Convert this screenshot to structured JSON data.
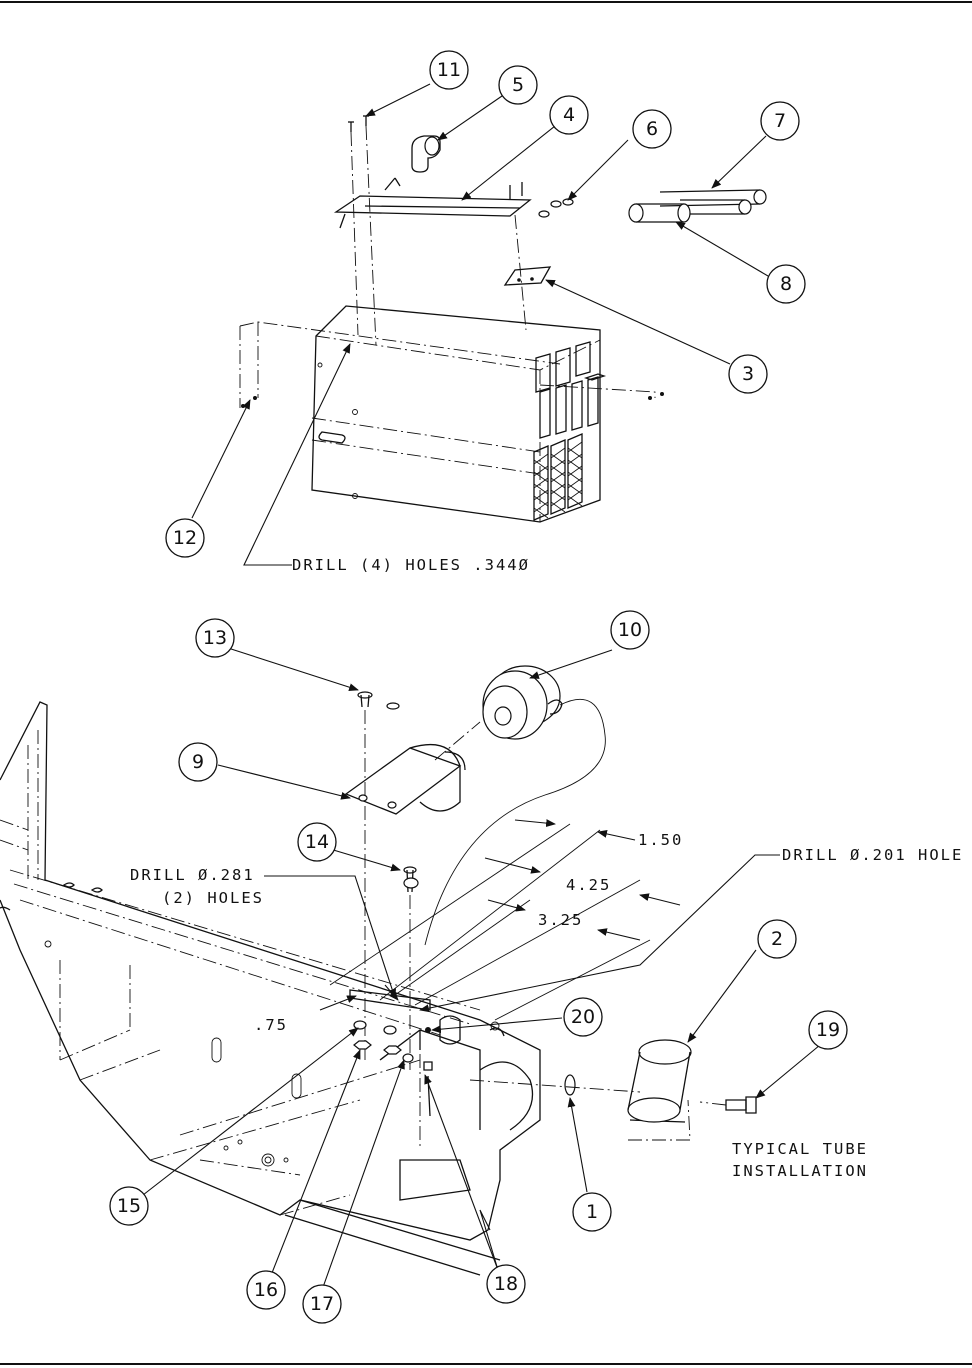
{
  "balloons": [
    {
      "id": "b11",
      "label": "11"
    },
    {
      "id": "b5",
      "label": "5"
    },
    {
      "id": "b4",
      "label": "4"
    },
    {
      "id": "b6",
      "label": "6"
    },
    {
      "id": "b7",
      "label": "7"
    },
    {
      "id": "b8",
      "label": "8"
    },
    {
      "id": "b3",
      "label": "3"
    },
    {
      "id": "b12",
      "label": "12"
    },
    {
      "id": "b13",
      "label": "13"
    },
    {
      "id": "b10",
      "label": "10"
    },
    {
      "id": "b9",
      "label": "9"
    },
    {
      "id": "b14",
      "label": "14"
    },
    {
      "id": "b2",
      "label": "2"
    },
    {
      "id": "b20",
      "label": "20"
    },
    {
      "id": "b19",
      "label": "19"
    },
    {
      "id": "b15",
      "label": "15"
    },
    {
      "id": "b1",
      "label": "1"
    },
    {
      "id": "b16",
      "label": "16"
    },
    {
      "id": "b17",
      "label": "17"
    },
    {
      "id": "b18",
      "label": "18"
    }
  ],
  "notes": {
    "drill_344": "DRILL (4) HOLES .344Ø",
    "drill_281_line1": "DRILL Ø.281",
    "drill_281_line2": "(2) HOLES",
    "drill_201": "DRILL Ø.201 HOLE",
    "typical_line1": "TYPICAL TUBE",
    "typical_line2": "INSTALLATION"
  },
  "dimensions": {
    "d150": "1.50",
    "d425": "4.25",
    "d325": "3.25",
    "d75": ".75"
  }
}
